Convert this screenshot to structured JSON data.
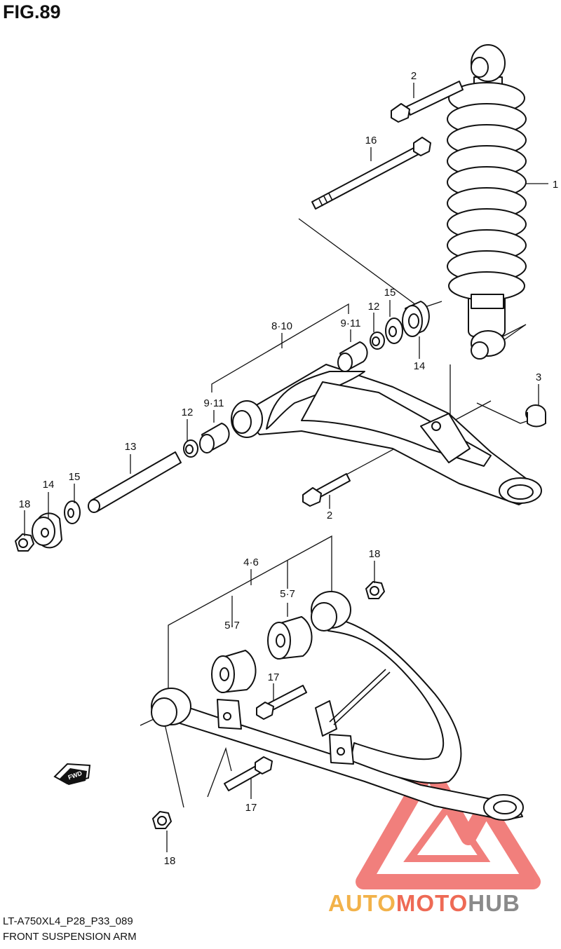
{
  "figure": {
    "title": "FIG.89",
    "code": "LT-A750XL4_P28_P33_089",
    "name": "FRONT SUSPENSION ARM"
  },
  "callouts": {
    "shock": "1",
    "bolt_top": "2",
    "bolt_bottom": "2",
    "nut_upper": "3",
    "lower_bushing_group": "4·6",
    "lower_bushing_left": "5·7",
    "lower_bushing_right": "5·7",
    "upper_bushing_group": "8·10",
    "upper_bushing_left": "9·11",
    "upper_bushing_right": "9·11",
    "seal_left": "12",
    "seal_right": "12",
    "spacer": "13",
    "cap_left": "14",
    "cap_right": "14",
    "washer_left": "15",
    "washer_right": "15",
    "long_bolt": "16",
    "bolt_lower_front": "17",
    "bolt_lower_rear": "17",
    "nut_left": "18",
    "nut_lower_right": "18",
    "nut_lower_bottom": "18"
  },
  "fwd_icon": {
    "label": "FWD"
  },
  "logo": {
    "part1": "AUTO",
    "part2": "MOTO",
    "part3": "HUB",
    "colors": {
      "auto": "#f2b24a",
      "moto": "#ee6a55",
      "hub": "#8a8a8a",
      "mark": "#ec4a45"
    }
  }
}
